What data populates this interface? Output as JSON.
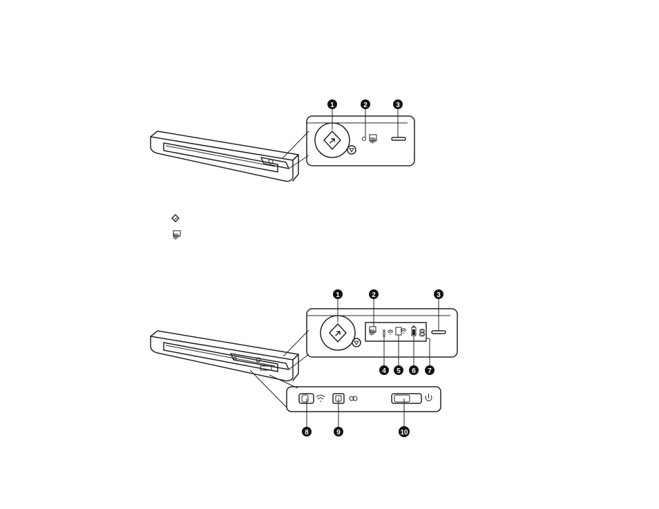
{
  "diagram1": {
    "callouts": [
      "1",
      "2",
      "3"
    ]
  },
  "diagram2": {
    "callouts": [
      "1",
      "2",
      "3",
      "4",
      "5",
      "6",
      "7",
      "8",
      "9",
      "10"
    ],
    "segment_display": "8"
  },
  "legend": {
    "items": [
      {
        "icon": "start-button-icon"
      },
      {
        "icon": "paper-jam-icon"
      }
    ]
  },
  "colors": {
    "line": "#222222",
    "callout_fill": "#111111",
    "background": "#ffffff"
  }
}
